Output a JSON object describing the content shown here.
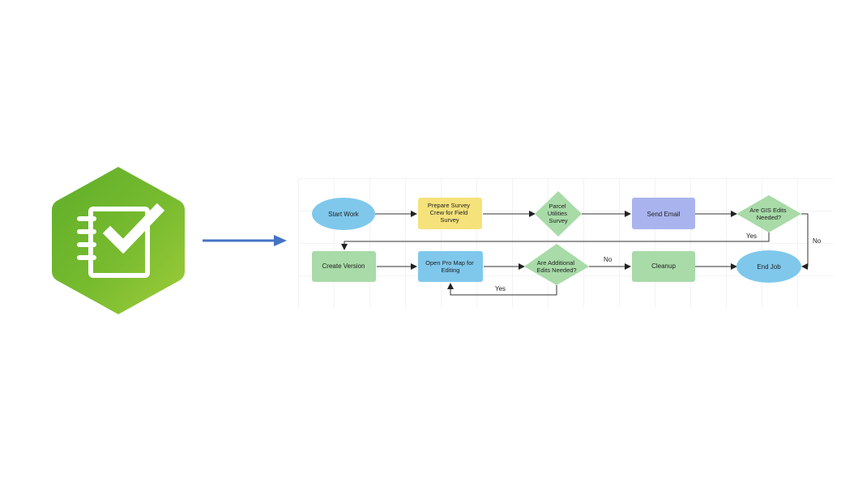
{
  "logo": {
    "icon": "survey123-checklist-icon",
    "colors": {
      "hex_light": "#8cc63f",
      "hex_dark": "#4a9a1f",
      "check": "#ffffff"
    }
  },
  "arrow": {
    "color": "#4472c4"
  },
  "flowchart": {
    "nodes": {
      "start": {
        "label": "Start Work",
        "color": "#7fc8ec"
      },
      "prepare": {
        "label_lines": [
          "Prepare Survey",
          "Crew for Field",
          "Survey"
        ],
        "color": "#f5e27a"
      },
      "parcel": {
        "label_lines": [
          "Parcel",
          "Utilities",
          "Survey"
        ],
        "color": "#a8dba8"
      },
      "email": {
        "label": "Send Email",
        "color": "#a9b4ee"
      },
      "gis": {
        "label_lines": [
          "Are GIS Edits",
          "Needed?"
        ],
        "color": "#a8dba8"
      },
      "create": {
        "label": "Create Version",
        "color": "#a8dba8"
      },
      "openpro": {
        "label_lines": [
          "Open Pro Map for",
          "Editing"
        ],
        "color": "#7fc8ec"
      },
      "additional": {
        "label_lines": [
          "Are Additional",
          "Edits Needed?"
        ],
        "color": "#a8dba8"
      },
      "cleanup": {
        "label": "Cleanup",
        "color": "#a8dba8"
      },
      "end": {
        "label": "End Job",
        "color": "#7fc8ec"
      }
    },
    "edge_labels": {
      "gis_yes": "Yes",
      "gis_no": "No",
      "additional_no": "No",
      "additional_yes": "Yes"
    }
  }
}
